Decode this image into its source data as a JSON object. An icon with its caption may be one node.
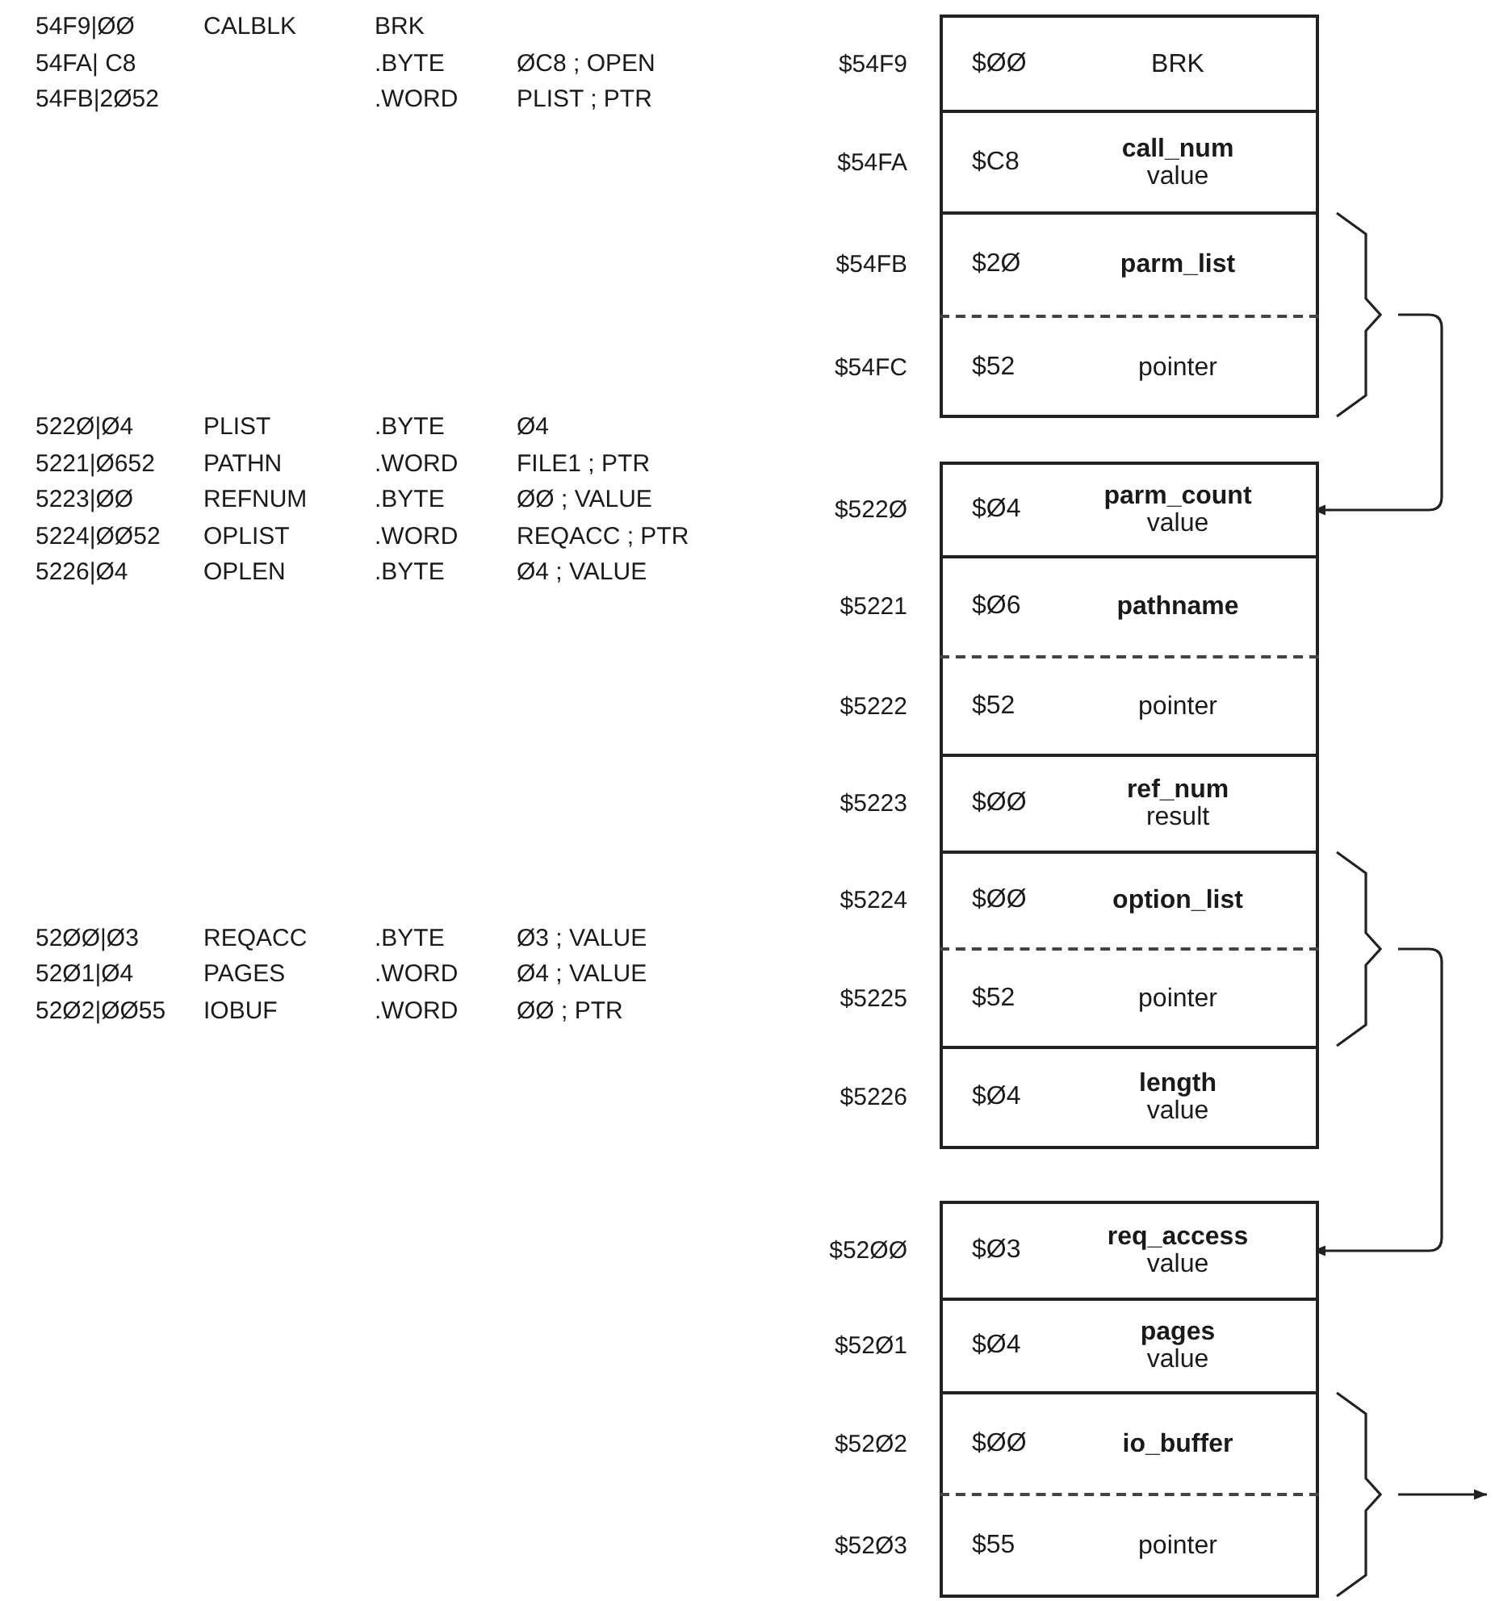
{
  "diagram": {
    "nodes": [
      {
        "text": [],
        "shape": "box"
      },
      {
        "text": [
          "$ØØ",
          "BRK"
        ],
        "in": 0,
        "beside": [
          "$54F9"
        ]
      },
      {
        "text": [
          "$C8",
          "call_num",
          "value"
        ],
        "in": 0,
        "beside": [
          "$54FA"
        ]
      },
      {
        "text": [
          "$2Ø",
          "parm_list"
        ],
        "in": 0,
        "beside": [
          "$54FB"
        ]
      },
      {
        "text": [
          "$52",
          "pointer"
        ],
        "in": 0,
        "beside": [
          "$54FC"
        ]
      },
      {
        "text": [],
        "shape": "box"
      },
      {
        "text": [
          "$Ø4",
          "parm_count",
          "value"
        ],
        "in": 5,
        "beside": [
          "$522Ø"
        ]
      },
      {
        "text": [
          "$Ø6",
          "pathname"
        ],
        "in": 5,
        "beside": [
          "$5221"
        ]
      },
      {
        "text": [
          "$52",
          "pointer"
        ],
        "in": 5,
        "beside": [
          "$5222"
        ]
      },
      {
        "text": [
          "$ØØ",
          "ref_num",
          "result"
        ],
        "in": 5,
        "beside": [
          "$5223"
        ]
      },
      {
        "text": [
          "$ØØ",
          "option_list"
        ],
        "in": 5,
        "beside": [
          "$5224"
        ]
      },
      {
        "text": [
          "$52",
          "pointer"
        ],
        "in": 5,
        "beside": [
          "$5225"
        ]
      },
      {
        "text": [
          "$Ø4",
          "length",
          "value"
        ],
        "in": 5,
        "beside": [
          "$5226"
        ]
      },
      {
        "text": [],
        "shape": "box"
      },
      {
        "text": [
          "$Ø3",
          "req_access",
          "value"
        ],
        "in": 13,
        "beside": [
          "$52ØØ"
        ]
      },
      {
        "text": [
          "$Ø4",
          "pages",
          "value"
        ],
        "in": 13,
        "beside": [
          "$52Ø1"
        ]
      },
      {
        "text": [
          "$ØØ",
          "io_buffer"
        ],
        "in": 13,
        "beside": [
          "$52Ø2"
        ]
      },
      {
        "text": [
          "$55",
          "pointer"
        ],
        "in": 13,
        "beside": [
          "$52Ø3"
        ]
      },
      {
        "text": [],
        "shape": "brace"
      },
      {
        "text": [],
        "shape": "brace"
      },
      {
        "text": [],
        "shape": "brace"
      }
    ],
    "edges": [
      {
        "from": 18,
        "to": 6,
        "arrow": "to"
      },
      {
        "from": 19,
        "to": 14,
        "arrow": "to"
      },
      {
        "from": 20,
        "to": null,
        "arrow": "to"
      }
    ],
    "labels": [
      "54F9|ØØ",
      "CALBLK",
      "BRK",
      "54FA| C8",
      ".BYTE",
      "ØC8 ; OPEN",
      "54FB|2Ø52",
      ".WORD",
      "PLIST ; PTR",
      "522Ø|Ø4",
      "PLIST",
      ".BYTE",
      "Ø4",
      "5221|Ø652",
      "PATHN",
      ".WORD",
      "FILE1 ; PTR",
      "5223|ØØ",
      "REFNUM",
      ".BYTE",
      "ØØ ; VALUE",
      "5224|ØØ52",
      "OPLIST",
      ".WORD",
      "REQACC ; PTR",
      "5226|Ø4",
      "OPLEN",
      ".BYTE",
      "Ø4 ; VALUE",
      "52ØØ|Ø3",
      "REQACC",
      ".BYTE",
      "Ø3 ; VALUE",
      "52Ø1|Ø4",
      "PAGES",
      ".WORD",
      "Ø4 ; VALUE",
      "52Ø2|ØØ55",
      "IOBUF",
      ".WORD",
      "ØØ ; PTR"
    ]
  }
}
